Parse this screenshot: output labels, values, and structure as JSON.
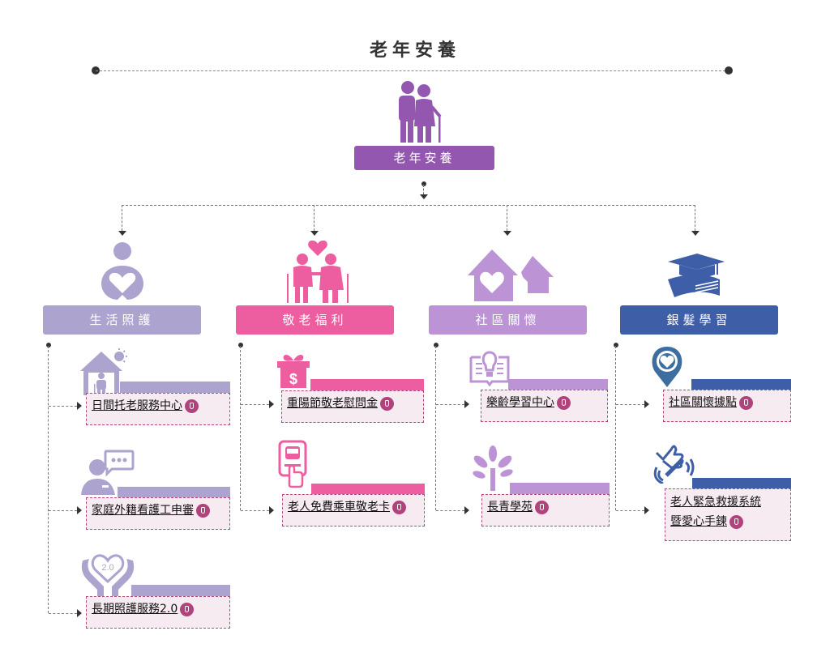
{
  "page_title": "老年安養",
  "root": {
    "label": "老年安養",
    "icon": "elderly-couple-icon",
    "color": "#9457b0"
  },
  "connector_color": "#777777",
  "categories": [
    {
      "label": "生活照護",
      "color": "#ada3cf",
      "icon": "person-heart-icon",
      "items": [
        {
          "label": "日間托老服務中心",
          "icon": "house-elder-sun-icon"
        },
        {
          "label": "家庭外籍看護工申審",
          "icon": "person-chat-icon"
        },
        {
          "label": "長期照護服務2.0",
          "icon": "hands-heart-2-0-icon",
          "icon_text": "2.0"
        }
      ]
    },
    {
      "label": "敬老福利",
      "color": "#ed5ea0",
      "icon": "elderly-couple-heart-icon",
      "items": [
        {
          "label": "重陽節敬老慰問金",
          "icon": "gift-dollar-icon",
          "icon_text": "$"
        },
        {
          "label": "老人免費乘車敬老卡",
          "icon": "bus-card-icon"
        }
      ]
    },
    {
      "label": "社區關懷",
      "color": "#bc93d5",
      "icon": "houses-heart-icon",
      "items": [
        {
          "label": "樂齡學習中心",
          "icon": "book-bulb-icon"
        },
        {
          "label": "長青學苑",
          "icon": "tree-icon"
        }
      ]
    },
    {
      "label": "銀髮學習",
      "color": "#3e5ea8",
      "icon": "graduation-book-icon",
      "items": [
        {
          "label": "社區關懷據點",
          "icon": "map-pin-heart-icon"
        },
        {
          "label_line1": "老人緊急救援系統",
          "label_line2": "暨愛心手鍊",
          "icon": "emergency-bracelet-icon"
        }
      ]
    }
  ],
  "link_icon": "hand-pointer-icon",
  "item_box_bg": "#f7ebf2",
  "item_box_border": "#b5477f"
}
